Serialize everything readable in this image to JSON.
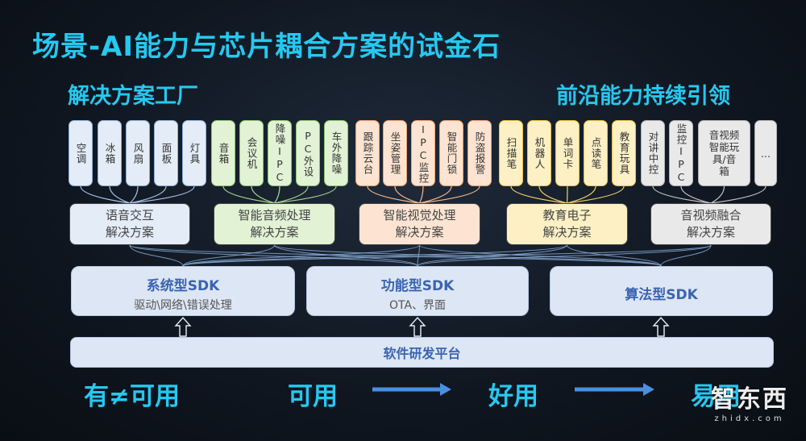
{
  "title": "场景-AI能力与芯片耦合方案的试金石",
  "left_heading": "解决方案工厂",
  "right_heading": "前沿能力持续引领",
  "products": [
    {
      "label": "空调",
      "group": "blue"
    },
    {
      "label": "冰箱",
      "group": "blue"
    },
    {
      "label": "风扇",
      "group": "blue"
    },
    {
      "label": "面板",
      "group": "blue"
    },
    {
      "label": "灯具",
      "group": "blue"
    },
    {
      "label": "音箱",
      "group": "green"
    },
    {
      "label": "会议机",
      "group": "green"
    },
    {
      "label": "降噪IPC",
      "group": "green"
    },
    {
      "label": "PC外设",
      "group": "green"
    },
    {
      "label": "车外降噪",
      "group": "green"
    },
    {
      "label": "跟踪云台",
      "group": "orange"
    },
    {
      "label": "坐姿管理",
      "group": "orange"
    },
    {
      "label": "IPC监控",
      "group": "orange"
    },
    {
      "label": "智能门锁",
      "group": "orange"
    },
    {
      "label": "防盗报警",
      "group": "orange"
    },
    {
      "label": "扫描笔",
      "group": "yellow"
    },
    {
      "label": "机器人",
      "group": "yellow"
    },
    {
      "label": "单词卡",
      "group": "yellow"
    },
    {
      "label": "点读笔",
      "group": "yellow"
    },
    {
      "label": "教育玩具",
      "group": "yellow"
    },
    {
      "label": "对讲中控",
      "group": "gray"
    },
    {
      "label": "监控IPC",
      "group": "gray"
    },
    {
      "label": "音视频\n智能玩\n具/音\n箱",
      "group": "gray"
    },
    {
      "label": "...",
      "group": "gray"
    }
  ],
  "solutions": [
    {
      "label": "语音交互\n解决方案",
      "group": "blue"
    },
    {
      "label": "智能音频处理\n解决方案",
      "group": "green"
    },
    {
      "label": "智能视觉处理\n解决方案",
      "group": "orange"
    },
    {
      "label": "教育电子\n解决方案",
      "group": "yellow"
    },
    {
      "label": "音视频融合\n解决方案",
      "group": "gray"
    }
  ],
  "sdks": [
    {
      "name": "系统型SDK",
      "desc": "驱动\\网络\\错误处理"
    },
    {
      "name": "功能型SDK",
      "desc": "OTA、界面"
    },
    {
      "name": "算法型SDK",
      "desc": ""
    }
  ],
  "platform": "软件研发平台",
  "stages": [
    "有≠可用",
    "可用",
    "好用",
    "易用"
  ],
  "watermark": {
    "cn": "智东西",
    "en": "zhidx.com"
  },
  "colors": {
    "accent": "#26c8f0",
    "blue": "#8fb0d8",
    "green": "#8cc86b",
    "orange": "#f4a06a",
    "yellow": "#f0c040",
    "gray": "#b0b0b0",
    "sdk_text": "#3a64b0"
  }
}
